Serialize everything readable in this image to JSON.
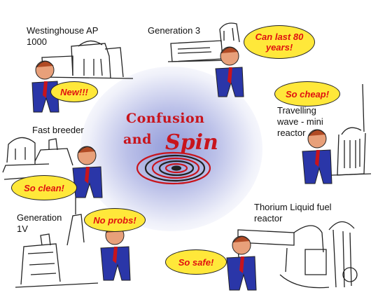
{
  "title_line1": "Confusion",
  "title_line2": "and",
  "title_spin": "Spin",
  "reactors": {
    "westinghouse": "Westinghouse AP\n1000",
    "gen3": "Generation 3",
    "travelling": "Travelling\nwave - mini\nreactor",
    "fast_breeder": "Fast breeder",
    "gen4": "Generation\n1V",
    "thorium": "Thorium Liquid fuel\nreactor"
  },
  "bubbles": {
    "new": "New!!!",
    "last80": "Can last 80\nyears!",
    "cheap": "So cheap!",
    "clean": "So clean!",
    "noprobs": "No probs!",
    "safe": "So safe!"
  },
  "colors": {
    "bubble": "#ffe83a",
    "bubble_text": "#e01010",
    "title": "#c8141c",
    "suit": "#2a36a8"
  }
}
